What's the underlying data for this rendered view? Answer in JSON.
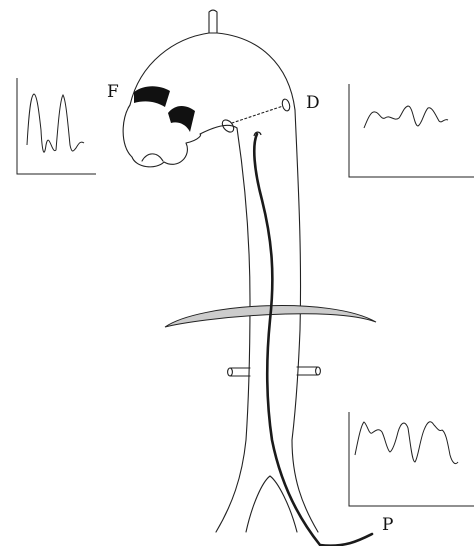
{
  "labels": {
    "f": "F",
    "d": "D",
    "p": "P"
  },
  "colors": {
    "outline": "#222222",
    "catheter": "#1a1a1a",
    "diaphragm_fill": "#cccccc",
    "marker_fill": "#111111"
  }
}
